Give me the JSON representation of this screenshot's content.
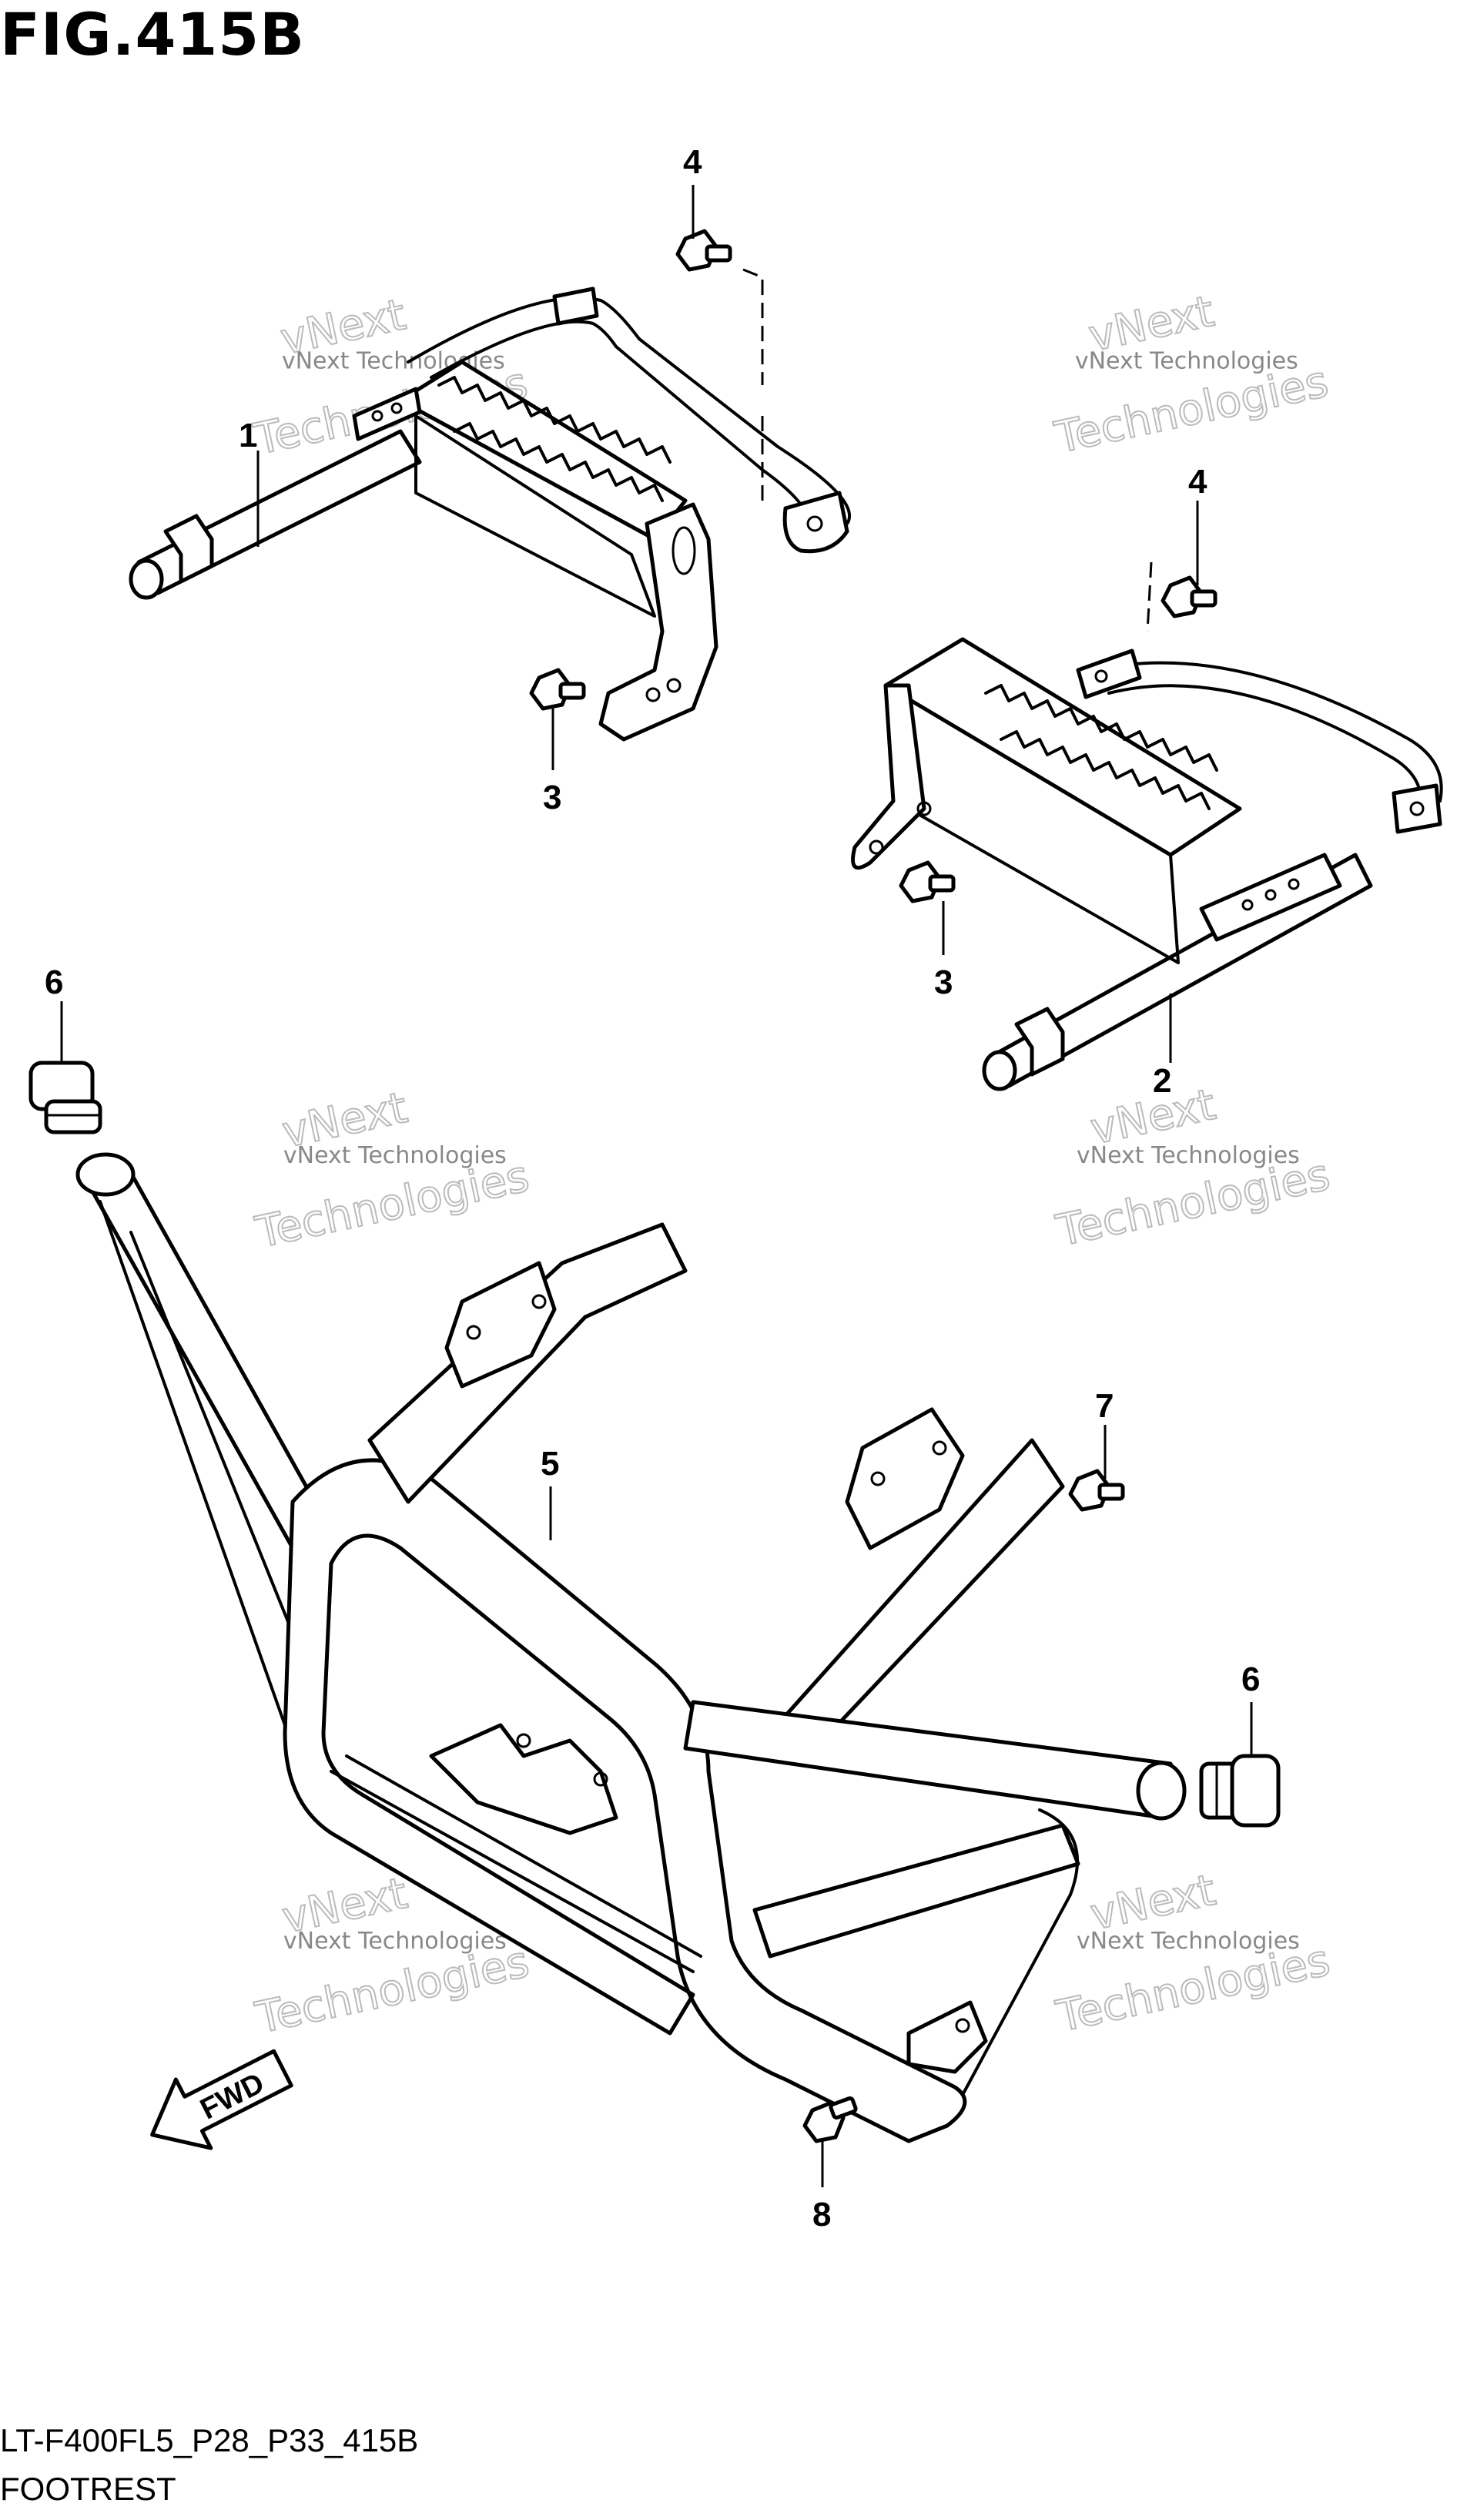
{
  "header": {
    "figure_title": "FIG.415B"
  },
  "footer": {
    "diagram_code": "LT-F400FL5_P28_P33_415B",
    "section_name": "FOOTREST"
  },
  "callouts": {
    "c1": "1",
    "c2": "2",
    "c3a": "3",
    "c3b": "3",
    "c4a": "4",
    "c4b": "4",
    "c5": "5",
    "c6a": "6",
    "c6b": "6",
    "c7": "7",
    "c8": "8"
  },
  "fwd_label": "FWD",
  "watermark": {
    "small": "vNext Technologies",
    "top": "vNext",
    "bottom": "Technologies"
  }
}
